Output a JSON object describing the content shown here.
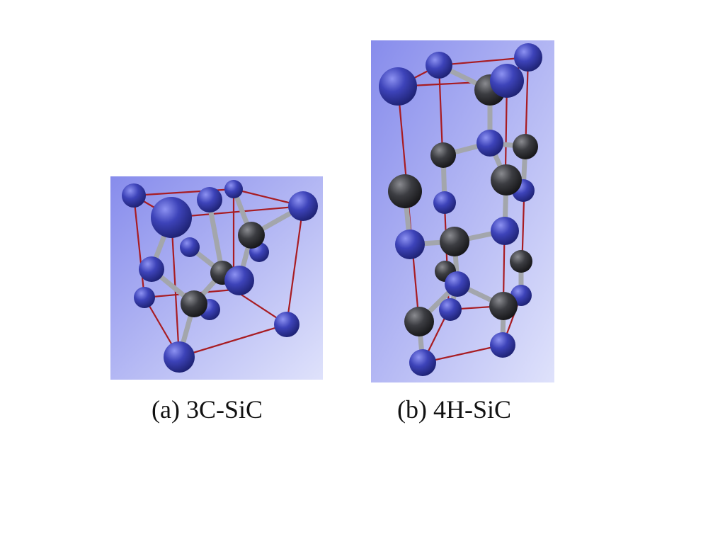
{
  "figure": {
    "panels": [
      {
        "id": "a",
        "caption": "(a) 3C-SiC"
      },
      {
        "id": "b",
        "caption": "(b) 4H-SiC"
      }
    ]
  },
  "colors": {
    "background_top": "#8f93ee",
    "background_bottom": "#d8dcf9",
    "cell_edge": "#a81c22",
    "bond": "#a3a6ac",
    "atom_blue": "#3b41b3",
    "atom_dark": "#3a3b40"
  }
}
